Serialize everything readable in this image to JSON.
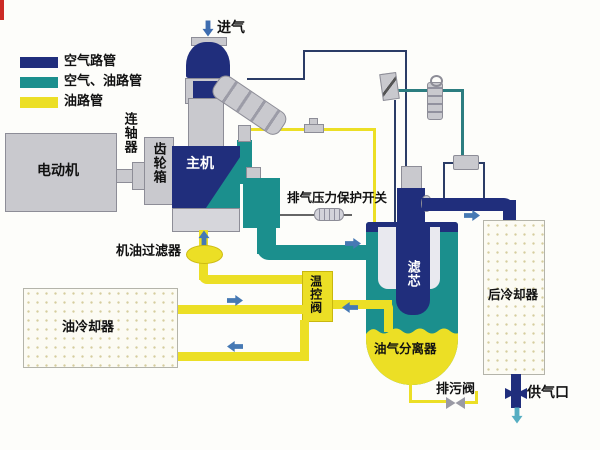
{
  "legend": {
    "items": [
      {
        "label": "空气路管",
        "color": "#202e7c"
      },
      {
        "label": "空气、油路管",
        "color": "#1b8f8d"
      },
      {
        "label": "油路管",
        "color": "#ecdf25"
      }
    ]
  },
  "components": {
    "intake": "进气",
    "motor": "电动机",
    "coupling": "连轴器",
    "gearbox": "齿轮箱",
    "main_unit": "主机",
    "discharge_pressure_switch": "排气压力保护开关",
    "oil_filter": "机油过滤器",
    "thermostatic_valve": "温控阀",
    "oil_cooler": "油冷却器",
    "oil_gas_separator": "油气分离器",
    "filter_element": "滤芯",
    "after_cooler": "后冷却器",
    "drain_valve": "排污阀",
    "air_supply_port": "供气口"
  },
  "colors": {
    "air-pipe": "#202e7c",
    "air-oil-pipe": "#1b8f8d",
    "oil-pipe": "#ecdf25",
    "arrow": "#4679b4",
    "arrow-cyan": "#56aec2",
    "metal": "#c9c9ce",
    "metal-border": "#8d8d97",
    "line-dark": "#2b3c66",
    "line-teal": "#2c7d80",
    "bg": "#fdfdfa",
    "text": "#111111",
    "cooler-bg": "#fcfbf3",
    "red-mark": "#cc2b25"
  }
}
